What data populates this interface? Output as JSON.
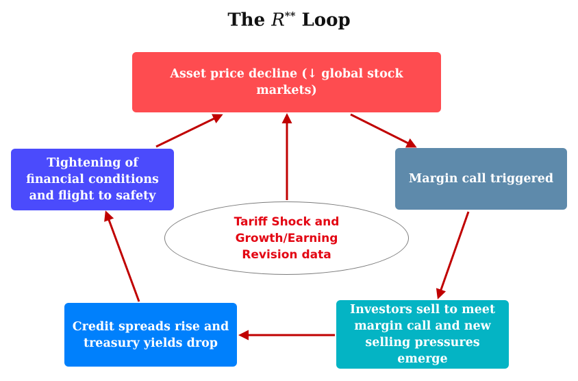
{
  "title": {
    "prefix": "The ",
    "symbol": "R",
    "superscript": "**",
    "suffix": " Loop"
  },
  "nodes": {
    "asset": "Asset price decline (↓ global stock markets)",
    "margin": "Margin call triggered",
    "investors": "Investors sell to meet margin call and new selling pressures emerge",
    "credit": "Credit spreads rise and treasury yields drop",
    "tightening": "Tightening of financial conditions and flight to safety"
  },
  "shock": "Tariff Shock and Growth/Earning Revision data",
  "colors": {
    "asset": "#fe4c50",
    "margin": "#5e8aab",
    "investors": "#04b4c4",
    "credit": "#0080fc",
    "tightening": "#4b4bfc",
    "arrow": "#c00000",
    "shock_text": "#e30613"
  }
}
